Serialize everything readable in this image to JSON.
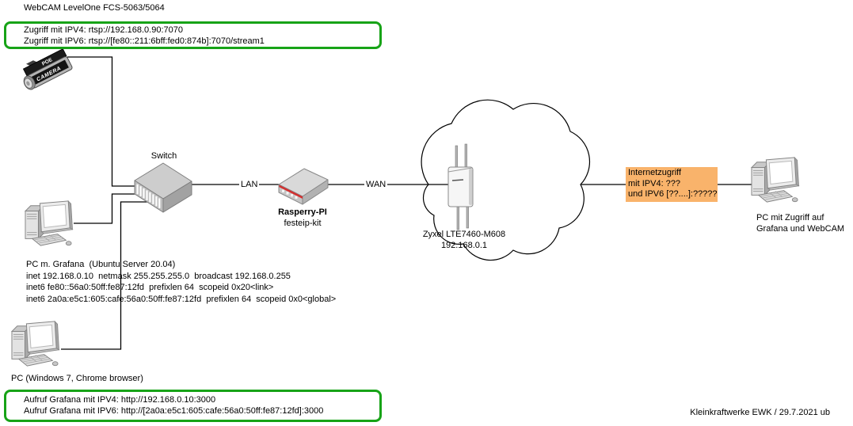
{
  "colors": {
    "green_border": "#17a317",
    "orange_bg": "#f9b36b",
    "line": "#000000",
    "raspberry_red": "#d32f2f"
  },
  "header": {
    "webcam_title": "WebCAM LevelOne FCS-5063/5064"
  },
  "webcam_box": {
    "ipv4": "Zugriff mit IPV4: rtsp://192.168.0.90:7070",
    "ipv6": "Zugriff mit IPV6: rtsp://[fe80::211:6bff:fed0:874b]:7070/stream1"
  },
  "camera": {
    "top_label": "POE",
    "side_label": "CAMERA"
  },
  "network": {
    "switch_label": "Switch",
    "lan_label": "LAN",
    "wan_label": "WAN",
    "raspberry_name": "Rasperry-PI",
    "raspberry_sub": "festeip-kit",
    "router_name": "Zyxel LTE7460-M608",
    "router_ip": "192.168.0.1"
  },
  "internet_box": {
    "line1": "Internetzugriff",
    "line2": "mit IPV4: ???",
    "line3": "und IPV6 [??....]:?????"
  },
  "remote_pc": {
    "line1": "PC mit Zugriff auf",
    "line2": "Grafana und WebCAM"
  },
  "grafana_pc": {
    "line1": "PC m. Grafana  (Ubuntu Server 20.04)",
    "line2": "inet 192.168.0.10  netmask 255.255.255.0  broadcast 192.168.0.255",
    "line3": "inet6 fe80::56a0:50ff:fe87:12fd  prefixlen 64  scopeid 0x20<link>",
    "line4": "inet6 2a0a:e5c1:605:cafe:56a0:50ff:fe87:12fd  prefixlen 64  scopeid 0x0<global>"
  },
  "windows_pc": {
    "label": "PC (Windows 7, Chrome browser)"
  },
  "grafana_box": {
    "ipv4": "Aufruf Grafana mit IPV4: http://192.168.0.10:3000",
    "ipv6": "Aufruf Grafana mit IPV6: http://[2a0a:e5c1:605:cafe:56a0:50ff:fe87:12fd]:3000"
  },
  "footer": {
    "credit": "Kleinkraftwerke EWK / 29.7.2021 ub"
  }
}
